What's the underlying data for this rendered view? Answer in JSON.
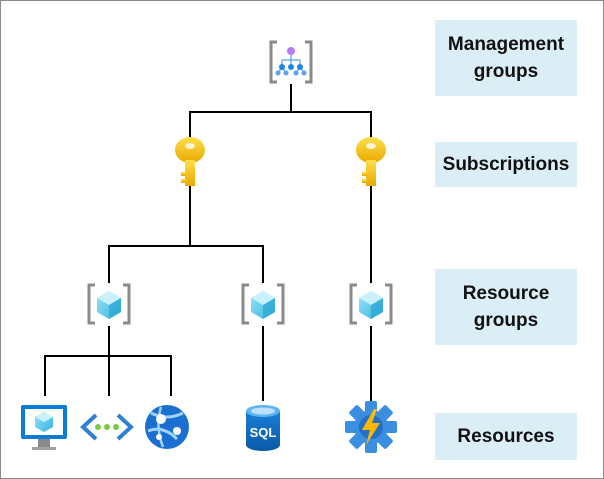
{
  "levels": {
    "management_groups": "Management\ngroups",
    "subscriptions": "Subscriptions",
    "resource_groups": "Resource\ngroups",
    "resources": "Resources"
  },
  "resources": {
    "sql_label": "SQL"
  },
  "icons": {
    "management_group": "management-group-icon",
    "subscription": "key-icon",
    "resource_group": "resource-group-icon",
    "virtual_machine": "virtual-machine-icon",
    "virtual_network": "virtual-network-icon",
    "web_app": "web-app-icon",
    "sql_database": "sql-database-icon",
    "function_app": "function-app-icon"
  },
  "colors": {
    "label_background": "#dbeef6",
    "connector": "#000000",
    "key": "#f5c400",
    "cube": "#50c5e8",
    "bracket": "#8a8a8a",
    "azure_blue": "#0078d4",
    "function_bolt": "#ffb900"
  }
}
